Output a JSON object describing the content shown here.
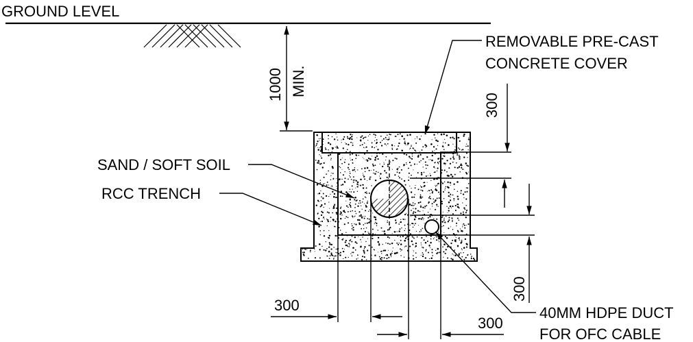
{
  "labels": {
    "ground_level": "GROUND LEVEL",
    "cover_line1": "REMOVABLE PRE-CAST",
    "cover_line2": "CONCRETE COVER",
    "sand": "SAND / SOFT SOIL",
    "rcc": "RCC TRENCH",
    "duct_line1": "40MM HDPE DUCT",
    "duct_line2": "FOR OFC CABLE"
  },
  "dimensions": {
    "depth_value": "1000",
    "depth_note": "MIN.",
    "cover_thickness": "300",
    "base_height": "300",
    "left_offset": "300",
    "bottom_offset": "300"
  },
  "colors": {
    "line": "#000000",
    "background": "#ffffff"
  }
}
